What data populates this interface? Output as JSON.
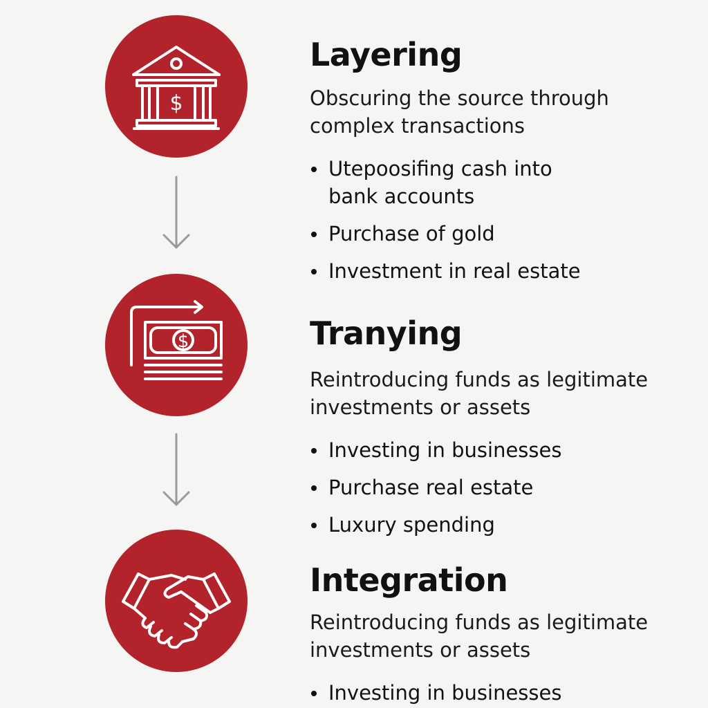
{
  "colors": {
    "accent": "#b3232b",
    "background": "#f5f5f4",
    "text": "#111111",
    "arrow": "#9a9a9a"
  },
  "stages": [
    {
      "icon": "bank-icon",
      "title": "Layering",
      "description": "Obscuring the source through complex transactions",
      "bullets": [
        "Utepoosifing cash into bank accounts",
        "Purchase of gold",
        "Investment in real estate"
      ]
    },
    {
      "icon": "money-transfer-icon",
      "title": "Tranying",
      "description": "Reintroducing funds as legitimate investments or assets",
      "bullets": [
        "Investing in businesses",
        "Purchase real estate",
        "Luxury spending"
      ]
    },
    {
      "icon": "handshake-icon",
      "title": "Integration",
      "description": "Reintroducing funds as legitimate investments or assets",
      "bullets": [
        "Investing in businesses"
      ]
    }
  ]
}
